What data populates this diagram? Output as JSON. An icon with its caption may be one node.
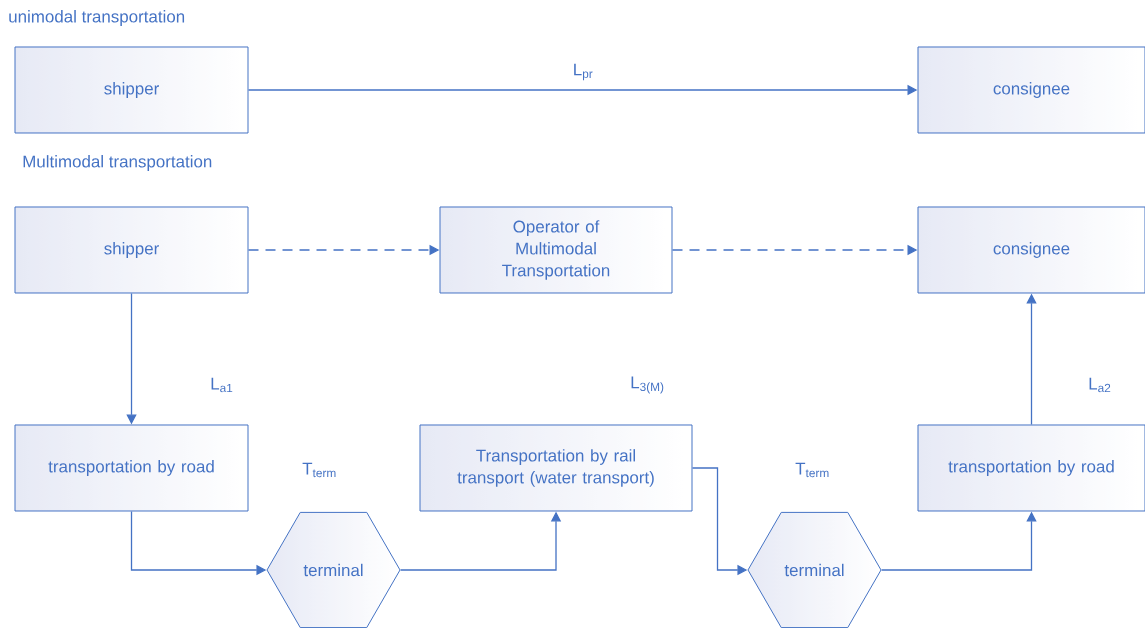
{
  "diagram": {
    "nodes": [
      {
        "text": [
          "shipper"
        ]
      },
      {
        "text": [
          "consignee"
        ]
      },
      {
        "text": [
          "shipper"
        ]
      },
      {
        "text": [
          "Operator of Multimodal Transportation"
        ]
      },
      {
        "text": [
          "consignee"
        ]
      },
      {
        "text": [
          "transportation by road"
        ]
      },
      {
        "text": [
          "terminal"
        ]
      },
      {
        "text": [
          "Transportation by rail transport (water transport)"
        ]
      },
      {
        "text": [
          "terminal"
        ]
      },
      {
        "text": [
          "transportation by road"
        ]
      }
    ],
    "edges": [
      {
        "from": 0,
        "to": 1,
        "arrow": "to",
        "label": "L$_{pr}$"
      },
      {
        "from": 2,
        "to": 3,
        "arrow": "to",
        "style": "dashed"
      },
      {
        "from": 3,
        "to": 4,
        "arrow": "to",
        "style": "dashed"
      },
      {
        "from": 2,
        "to": 5,
        "arrow": "to"
      },
      {
        "from": 5,
        "to": 6,
        "arrow": "to"
      },
      {
        "from": 6,
        "to": 7,
        "arrow": "to"
      },
      {
        "from": 7,
        "to": 8,
        "arrow": "to"
      },
      {
        "from": 8,
        "to": 9,
        "arrow": "to"
      },
      {
        "from": 9,
        "to": 4,
        "arrow": "to"
      }
    ],
    "labels": [
      "unimodal transportation",
      "Multimodal transportation",
      "L$_{a1}$",
      "L$_{3(M)}$",
      "T$_{term}$",
      "T$_{term}$",
      "L$_{a2}$"
    ]
  }
}
